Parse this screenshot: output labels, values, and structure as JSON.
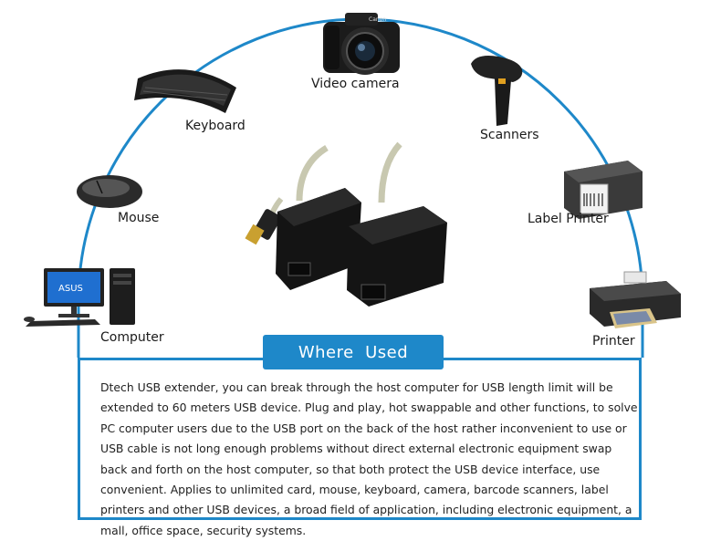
{
  "devices": {
    "video_camera": "Video camera",
    "keyboard": "Keyboard",
    "scanners": "Scanners",
    "mouse": "Mouse",
    "label_printer": "Label Printer",
    "computer": "Computer",
    "printer": "Printer"
  },
  "banner": {
    "title": "Where  Used"
  },
  "description": "Dtech USB extender, you can break through the host computer for USB length limit will be extended to 60 meters USB device. Plug and play, hot swappable and other functions, to solve PC computer users due to the USB port on the back of the host rather inconvenient to use or USB cable is not long enough problems without direct external electronic equipment swap back and forth on the host computer, so that both protect the USB device interface, use convenient. Applies to unlimited card, mouse, keyboard, camera, barcode scanners, label printers and other USB devices, a broad field of application, including electronic equipment, a mall, office space, security systems.",
  "colors": {
    "accent": "#1e88c9",
    "text": "#222222"
  },
  "icons": [
    "camera-icon",
    "keyboard-icon",
    "barcode-scanner-icon",
    "mouse-icon",
    "label-printer-icon",
    "computer-icon",
    "printer-icon",
    "usb-extender-icon"
  ]
}
